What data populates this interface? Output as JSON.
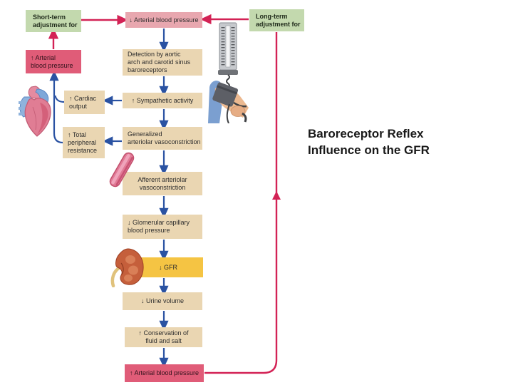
{
  "title": "Baroreceptor Reflex\nInfluence on the GFR",
  "nodes": {
    "short_term": "Short-term\nadjustment for",
    "abp_low": "↓ Arterial blood pressure",
    "long_term": "Long-term\nadjustment for",
    "abp_up_left": "↑ Arterial\nblood pressure",
    "detection": "Detection by aortic\narch and carotid sinus\nbaroreceptors",
    "cardiac_output": "↑ Cardiac\noutput",
    "sympathetic": "↑ Sympathetic activity",
    "total_peripheral": "↑ Total\nperipheral\nresistance",
    "generalized": "Generalized\narteriolar vasoconstriction",
    "afferent": "Afferent arteriolar\nvasoconstriction",
    "glomerular": "↓ Glomerular capillary\nblood pressure",
    "gfr": "↓ GFR",
    "urine": "↓ Urine volume",
    "conservation": "↑ Conservation of\nfluid and salt",
    "abp_up_bottom": "↑ Arterial blood pressure"
  },
  "illustrations": {
    "heart": "heart-illustration",
    "sphygmomanometer": "blood-pressure-measurement-illustration",
    "arteriole": "constricted-arteriole-illustration",
    "kidney": "kidney-illustration"
  },
  "palette": {
    "green_box": "#c3d9ae",
    "pink_box": "#e8a7af",
    "red_box": "#e05c78",
    "tan_box": "#ead6b2",
    "yellow_box": "#f5c443",
    "blue_arrow": "#2a52a2",
    "red_arrow": "#d32255"
  }
}
